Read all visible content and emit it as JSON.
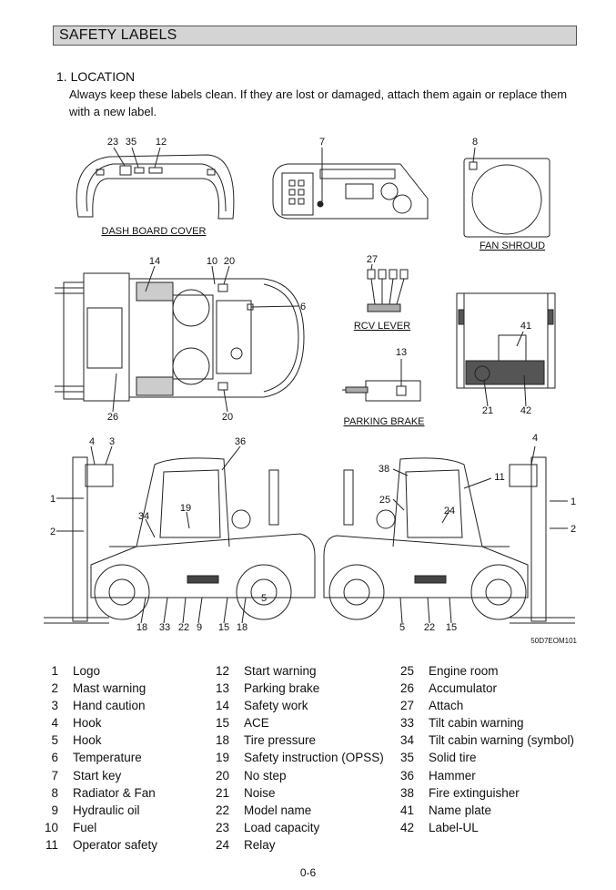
{
  "section_title": "SAFETY LABELS",
  "heading": "1. LOCATION",
  "intro": "Always keep these labels clean.  If they are lost or damaged, attach them again or replace them with a new label.",
  "figure": {
    "captions": {
      "dash": "DASH BOARD COVER",
      "fan": "FAN SHROUD",
      "rcv": "RCV LEVER",
      "brake": "PARKING BRAKE"
    },
    "callouts": {
      "dash_a": "23",
      "dash_b": "35",
      "dash_c": "12",
      "panel": "7",
      "fan": "8",
      "top_a": "14",
      "top_b": "10",
      "top_c": "20",
      "top_d": "6",
      "top_e": "26",
      "top_f": "20",
      "rcv": "27",
      "brake": "13",
      "rear_a": "41",
      "rear_b": "21",
      "rear_c": "42",
      "l_4": "4",
      "l_3": "3",
      "l_36": "36",
      "l_1": "1",
      "l_2": "2",
      "l_19": "19",
      "l_34": "34",
      "l_18a": "18",
      "l_33": "33",
      "l_22": "22",
      "l_9": "9",
      "l_15": "15",
      "l_18b": "18",
      "l_5": "5",
      "r_4": "4",
      "r_38": "38",
      "r_11": "11",
      "r_25": "25",
      "r_24": "24",
      "r_1": "1",
      "r_2": "2",
      "r_5": "5",
      "r_22": "22",
      "r_15": "15"
    },
    "drawing_code": "50D7EOM101"
  },
  "legend": [
    [
      {
        "num": "1",
        "label": "Logo"
      },
      {
        "num": "2",
        "label": "Mast warning"
      },
      {
        "num": "3",
        "label": "Hand caution"
      },
      {
        "num": "4",
        "label": "Hook"
      },
      {
        "num": "5",
        "label": "Hook"
      },
      {
        "num": "6",
        "label": "Temperature"
      },
      {
        "num": "7",
        "label": "Start key"
      },
      {
        "num": "8",
        "label": "Radiator & Fan"
      },
      {
        "num": "9",
        "label": "Hydraulic oil"
      },
      {
        "num": "10",
        "label": "Fuel"
      },
      {
        "num": "11",
        "label": "Operator safety"
      }
    ],
    [
      {
        "num": "12",
        "label": "Start warning"
      },
      {
        "num": "13",
        "label": "Parking brake"
      },
      {
        "num": "14",
        "label": "Safety work"
      },
      {
        "num": "15",
        "label": "ACE"
      },
      {
        "num": "18",
        "label": "Tire pressure"
      },
      {
        "num": "19",
        "label": "Safety instruction (OPSS)"
      },
      {
        "num": "20",
        "label": "No step"
      },
      {
        "num": "21",
        "label": "Noise"
      },
      {
        "num": "22",
        "label": "Model name"
      },
      {
        "num": "23",
        "label": "Load capacity"
      },
      {
        "num": "24",
        "label": "Relay"
      }
    ],
    [
      {
        "num": "25",
        "label": "Engine room"
      },
      {
        "num": "26",
        "label": "Accumulator"
      },
      {
        "num": "27",
        "label": "Attach"
      },
      {
        "num": "33",
        "label": "Tilt cabin warning"
      },
      {
        "num": "34",
        "label": "Tilt cabin warning (symbol)"
      },
      {
        "num": "35",
        "label": "Solid tire"
      },
      {
        "num": "36",
        "label": "Hammer"
      },
      {
        "num": "38",
        "label": "Fire extinguisher"
      },
      {
        "num": "41",
        "label": "Name plate"
      },
      {
        "num": "42",
        "label": "Label-UL"
      }
    ]
  ],
  "page_number": "0-6"
}
